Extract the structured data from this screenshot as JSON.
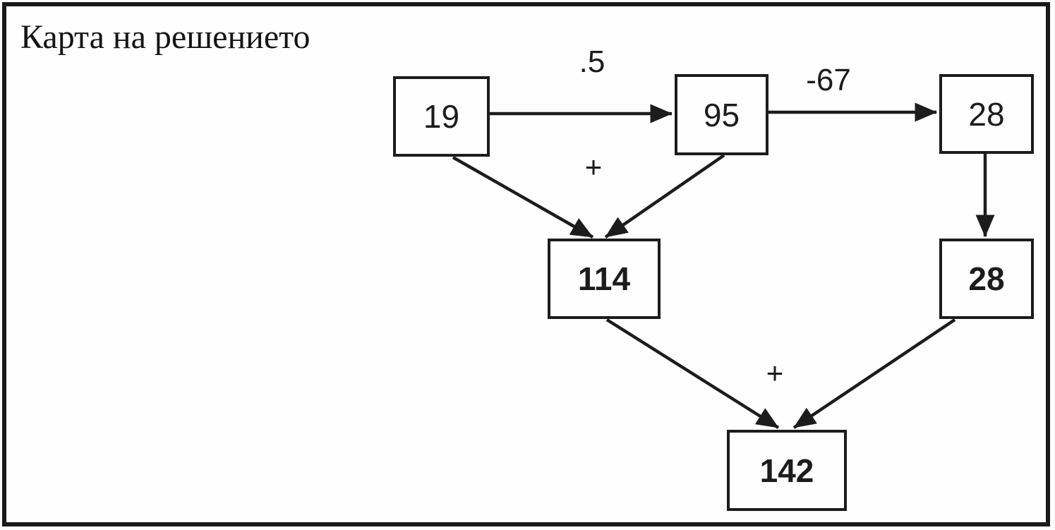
{
  "title": "Карта на решението",
  "diagram": {
    "nodes": {
      "start": {
        "value": "19"
      },
      "product": {
        "value": "95"
      },
      "difference": {
        "value": "28"
      },
      "sum_left": {
        "value": "114"
      },
      "carried": {
        "value": "28"
      },
      "result": {
        "value": "142"
      }
    },
    "edge_labels": {
      "multiply": ".5",
      "subtract": "-67",
      "add_top": "+",
      "add_bottom": "+"
    },
    "colors": {
      "ink": "#1c1c1c",
      "background": "#fefefe"
    }
  }
}
